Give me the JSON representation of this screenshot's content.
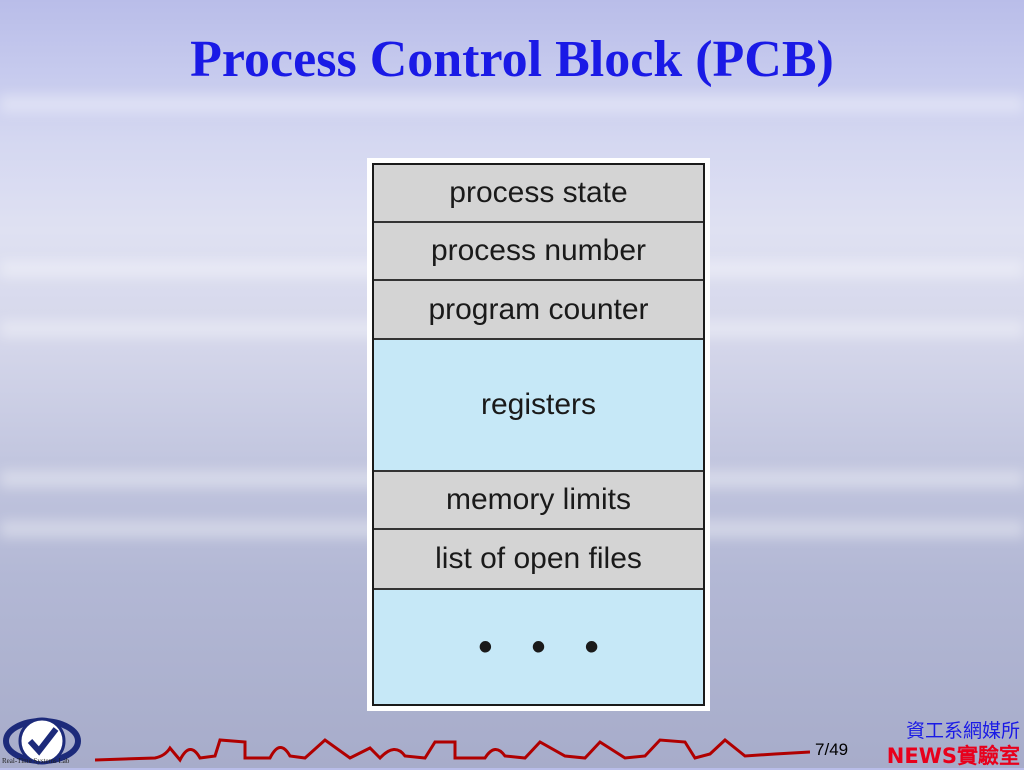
{
  "slide": {
    "title": "Process Control Block (PCB)",
    "page_current": "7",
    "page_total": "/49",
    "footer_dept": "資工系網媒所",
    "footer_lab": "NEWS實驗室",
    "logo_text": "Real-Time Systems Lab"
  },
  "pcb": {
    "fields": [
      {
        "label": "process state",
        "fill": "gray"
      },
      {
        "label": "process number",
        "fill": "gray"
      },
      {
        "label": "program counter",
        "fill": "gray"
      },
      {
        "label": "registers",
        "fill": "blue"
      },
      {
        "label": "memory limits",
        "fill": "gray"
      },
      {
        "label": "list of open files",
        "fill": "gray"
      },
      {
        "label": "• • •",
        "fill": "blue"
      }
    ]
  },
  "colors": {
    "title": "#1a1ae6",
    "gray_fill": "#d4d4d4",
    "blue_fill": "#c6e8f7",
    "footer_lab": "#e8001c"
  }
}
